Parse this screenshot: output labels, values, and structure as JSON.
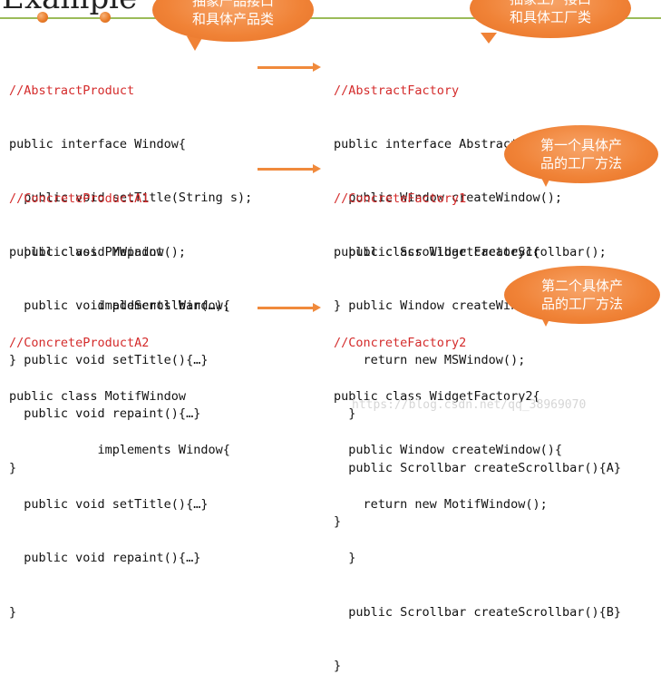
{
  "slide": {
    "title": "Example",
    "watermark": "https://blog.csdn.net/qq_38969070"
  },
  "callouts": {
    "abstract_product": [
      "抽象产品接口",
      "和具体产品类"
    ],
    "abstract_factory": [
      "抽象工厂接口",
      "和具体工厂类"
    ],
    "first_factory_method": [
      "第一个具体产",
      "品的工厂方法"
    ],
    "second_factory_method": [
      "第二个具体产",
      "品的工厂方法"
    ]
  },
  "code": {
    "abstract_product": {
      "comment": "//AbstractProduct",
      "lines": [
        "public interface Window{",
        "  public void setTitle(String s);",
        "  public void repaint();",
        "  public void addScrollbar(…);",
        "}"
      ]
    },
    "concrete_product_a1": {
      "comment": "//ConcreteProductA1",
      "lines": [
        "public class PMWindow",
        "            implements Window{",
        "  public void setTitle(){…}",
        "  public void repaint(){…}",
        "}"
      ]
    },
    "concrete_product_a2": {
      "comment": "//ConcreteProductA2",
      "lines": [
        "public class MotifWindow",
        "            implements Window{",
        "  public void setTitle(){…}",
        "  public void repaint(){…}",
        "}"
      ]
    },
    "abstract_factory": {
      "comment": "//AbstractFactory",
      "lines": [
        "public interface AbstractWidgetFactory{",
        "  public Window createWindow();",
        "  public Scrollbar createScrollbar();",
        "}"
      ]
    },
    "concrete_factory_1": {
      "comment": "//ConcreteFactory1",
      "lines": [
        "public class WidgetFactory1{",
        "  public Window createWindow(){",
        "    return new MSWindow();",
        "  }",
        "  public Scrollbar createScrollbar(){A}",
        "}"
      ]
    },
    "concrete_factory_2": {
      "comment": "//ConcreteFactory2",
      "lines": [
        "public class WidgetFactory2{",
        "  public Window createWindow(){",
        "    return new MotifWindow();",
        "  }",
        "  public Scrollbar createScrollbar(){B}",
        "}"
      ]
    }
  },
  "colors": {
    "comment": "#d42b2b",
    "arrow": "#f08a3c",
    "callout": "#f08236",
    "rule": "#9bbb59"
  }
}
